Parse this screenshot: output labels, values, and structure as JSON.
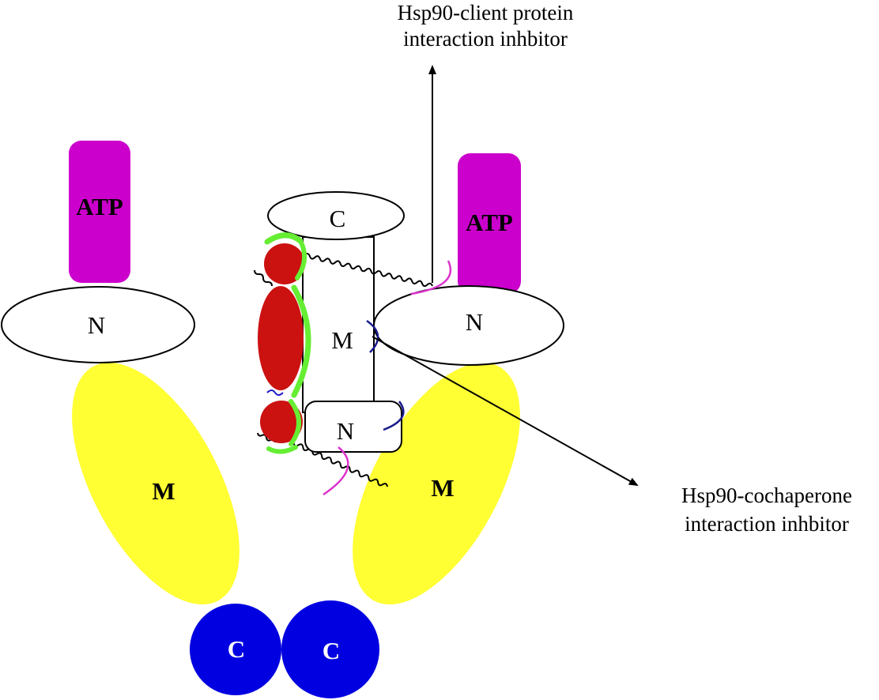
{
  "colors": {
    "atp": "#cc00cc",
    "middle_domain": "#ffff33",
    "c_domain": "#0000e0",
    "client_protein": "#cc1111",
    "client_outline": "#66ee33",
    "cochaperone_site": "#1a1a8c",
    "client_site": "#dd33cc"
  },
  "left_protomer": {
    "atp_label": "ATP",
    "n_label": "N",
    "m_label": "M",
    "c_label": "C"
  },
  "right_protomer": {
    "atp_label": "ATP",
    "n_label": "N",
    "m_label": "M",
    "c_label": "C"
  },
  "cochaperone_complex": {
    "c_label": "C",
    "m_label": "M",
    "n_label": "N"
  },
  "annotations": {
    "client_inhibitor": [
      "Hsp90-client protein",
      "interaction inhbitor"
    ],
    "cochaperone_inhibitor": [
      "Hsp90-cochaperone",
      "interaction inhbitor"
    ]
  }
}
